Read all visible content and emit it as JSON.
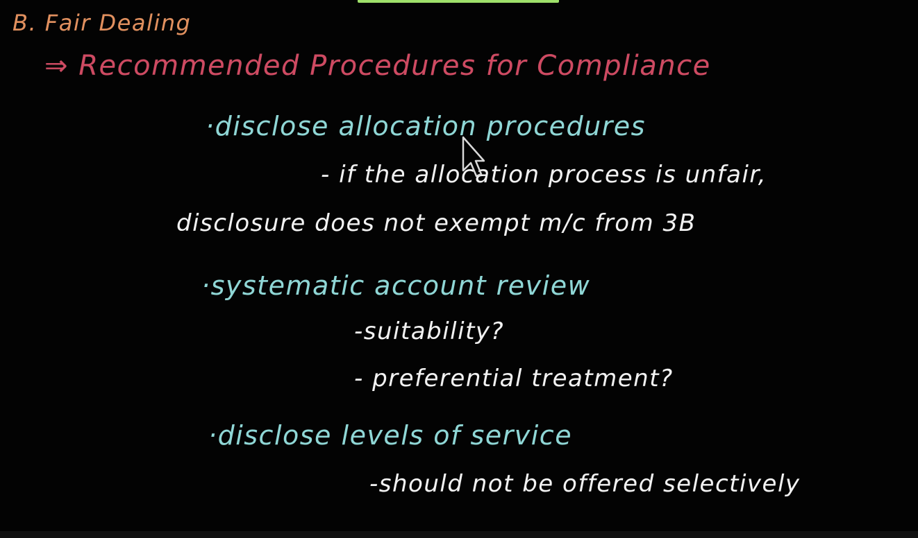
{
  "board": {
    "heading": "B. Fair Dealing",
    "subheading": "⇒ Recommended Procedures for Compliance",
    "lines": [
      {
        "text": "·disclose allocation procedures",
        "style": "bullet"
      },
      {
        "text": "- if the allocation process is unfair,",
        "style": "sub"
      },
      {
        "text": "disclosure does not exempt m/c from 3B",
        "style": "sub"
      },
      {
        "text": "·systematic account review",
        "style": "bullet"
      },
      {
        "text": "-suitability?",
        "style": "sub"
      },
      {
        "text": "- preferential treatment?",
        "style": "sub"
      },
      {
        "text": "·disclose levels of service",
        "style": "bullet"
      },
      {
        "text": "-should not be offered selectively",
        "style": "sub"
      }
    ]
  },
  "colors": {
    "background": "#000000",
    "heading": "#e2905e",
    "subheading": "#cf4a62",
    "bullet": "#8fd7d6",
    "sub": "#f2f2f2",
    "top_bar": "#9ee06a"
  },
  "cursor": {
    "icon": "mouse-pointer-icon"
  }
}
